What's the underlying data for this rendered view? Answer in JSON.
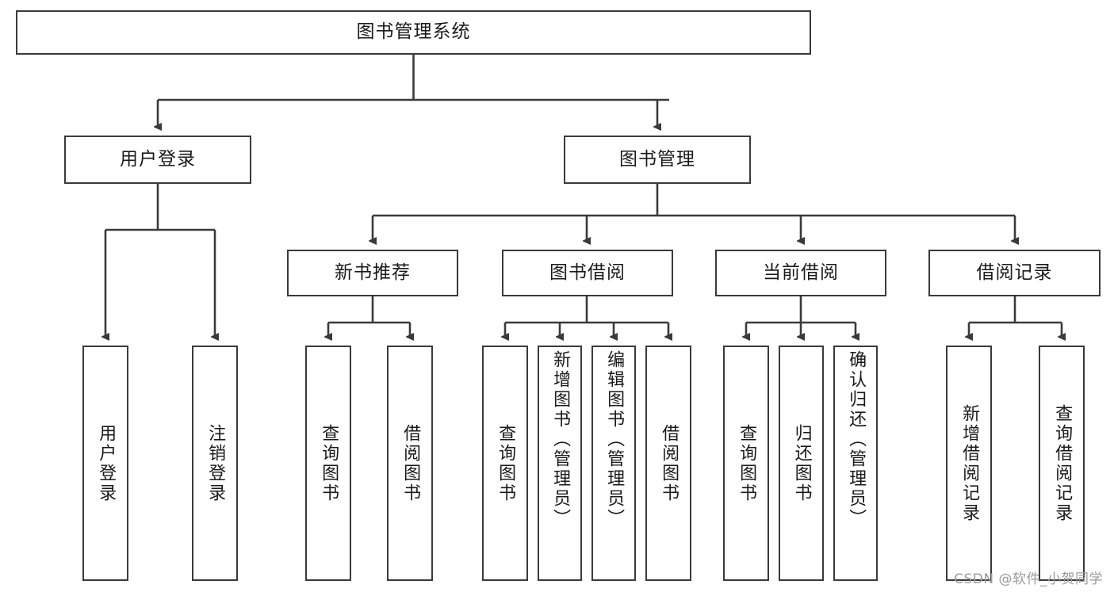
{
  "diagram": {
    "title": "图书管理系统",
    "type": "tree-hierarchy-diagram",
    "colors": {
      "box_border": "#3a3a3a",
      "box_fill": "#ffffff",
      "connector": "#3a3a3a",
      "text": "#1a1a1a",
      "watermark": "#9a9a9a"
    },
    "root": {
      "label": "图书管理系统"
    },
    "level2": [
      {
        "label": "用户登录"
      },
      {
        "label": "图书管理"
      }
    ],
    "level3": [
      {
        "label": "新书推荐"
      },
      {
        "label": "图书借阅"
      },
      {
        "label": "当前借阅"
      },
      {
        "label": "借阅记录"
      }
    ],
    "leaves": {
      "user_login": [
        {
          "label": "用户登录"
        },
        {
          "label": "注销登录"
        }
      ],
      "new_book_recommend": [
        {
          "label": "查询图书"
        },
        {
          "label": "借阅图书"
        }
      ],
      "book_borrow": [
        {
          "label": "查询图书"
        },
        {
          "label": "新增图书（管理员）"
        },
        {
          "label": "编辑图书（管理员）"
        },
        {
          "label": "借阅图书"
        }
      ],
      "current_borrow": [
        {
          "label": "查询图书"
        },
        {
          "label": "归还图书"
        },
        {
          "label": "确认归还（管理员）"
        }
      ],
      "borrow_record": [
        {
          "label": "新增借阅记录"
        },
        {
          "label": "查询借阅记录"
        }
      ]
    },
    "watermark": "CSDN @软件_小贺同学"
  }
}
